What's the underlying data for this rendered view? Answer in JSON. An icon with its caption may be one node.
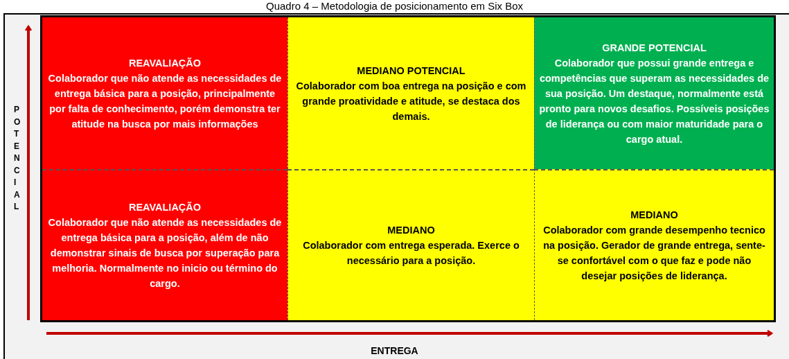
{
  "diagram": {
    "title": "Quadro 4 – Metodologia de posicionamento em Six Box",
    "nodes": [
      {
        "text": [
          "REAVALIAÇÃO",
          "Colaborador que não atende as necessidades de entrega básica para a posição, principalmente por falta de conhecimento, porém demonstra ter atitude na busca por mais informações"
        ]
      },
      {
        "text": [
          "MEDIANO POTENCIAL",
          "Colaborador com boa entrega na posição e com grande proatividade e atitude, se destaca dos demais."
        ]
      },
      {
        "text": [
          "GRANDE POTENCIAL",
          "Colaborador que possui grande entrega e competências que superam as necessidades de sua posição. Um destaque, normalmente está pronto para novos desafios. Possíveis posições de liderança ou com maior maturidade para o cargo atual."
        ]
      },
      {
        "text": [
          "REAVALIAÇÃO",
          "Colaborador que não atende as necessidades de entrega básica para a posição, além de não demonstrar sinais de busca por superação para melhoria. Normalmente no inicio ou término do cargo."
        ]
      },
      {
        "text": [
          "MEDIANO",
          "Colaborador com entrega esperada. Exerce o necessário para a posição."
        ]
      },
      {
        "text": [
          "MEDIANO",
          "Colaborador com grande desempenho tecnico na posição. Gerador de grande entrega, sente-se confortável com o que faz e pode não desejar posições de liderança."
        ]
      }
    ],
    "edges": [],
    "labels": [
      "POTENCIAL",
      "ENTREGA"
    ]
  }
}
